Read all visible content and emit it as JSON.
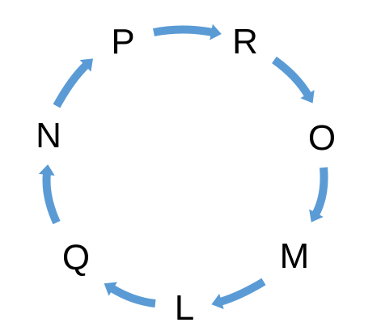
{
  "diagram": {
    "type": "cycle",
    "direction": "clockwise",
    "arrow_color": "#5b9bd5",
    "text_color": "#000000",
    "nodes": [
      "P",
      "R",
      "O",
      "M",
      "L",
      "Q",
      "N"
    ],
    "edges": [
      {
        "from": "P",
        "to": "R"
      },
      {
        "from": "R",
        "to": "O"
      },
      {
        "from": "O",
        "to": "M"
      },
      {
        "from": "M",
        "to": "L"
      },
      {
        "from": "L",
        "to": "Q"
      },
      {
        "from": "Q",
        "to": "N"
      },
      {
        "from": "N",
        "to": "P"
      }
    ]
  }
}
